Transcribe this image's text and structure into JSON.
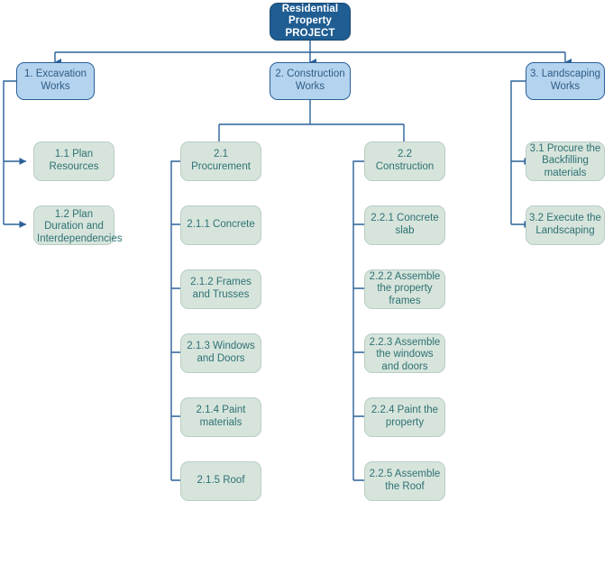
{
  "diagram": {
    "title": "Residential Property PROJECT Work Breakdown Structure",
    "type": "work-breakdown-structure",
    "colors": {
      "root_fill": "#1f5d92",
      "root_text": "#ffffff",
      "level2_fill": "#b4d3ef",
      "level2_border": "#2a6099",
      "level2_text": "#2f5d84",
      "leaf_fill": "#d7e4dc",
      "leaf_border": "#b9cdc3",
      "leaf_text": "#2d7272",
      "connector": "#2a6099",
      "background": "#ffffff"
    }
  },
  "root": {
    "id": "root",
    "label": "Residential Property PROJECT",
    "line1": "Residential",
    "line2": "Property",
    "line3": "PROJECT"
  },
  "branches": [
    {
      "id": "b1",
      "label": "1. Excavation Works",
      "children": [
        {
          "id": "1.1",
          "label": "1.1 Plan Resources"
        },
        {
          "id": "1.2",
          "label": "1.2 Plan Duration and Interdependencies"
        }
      ]
    },
    {
      "id": "b2",
      "label": "2. Construction Works",
      "groups": [
        {
          "id": "2.1",
          "label": "2.1 Procurement",
          "children": [
            {
              "id": "2.1.1",
              "label": "2.1.1 Concrete"
            },
            {
              "id": "2.1.2",
              "label": "2.1.2 Frames and Trusses"
            },
            {
              "id": "2.1.3",
              "label": "2.1.3 Windows and Doors"
            },
            {
              "id": "2.1.4",
              "label": "2.1.4 Paint materials"
            },
            {
              "id": "2.1.5",
              "label": "2.1.5 Roof"
            }
          ]
        },
        {
          "id": "2.2",
          "label": "2.2 Construction",
          "children": [
            {
              "id": "2.2.1",
              "label": "2.2.1 Concrete slab"
            },
            {
              "id": "2.2.2",
              "label": "2.2.2 Assemble the property frames"
            },
            {
              "id": "2.2.3",
              "label": "2.2.3 Assemble the windows and doors"
            },
            {
              "id": "2.2.4",
              "label": "2.2.4 Paint the property"
            },
            {
              "id": "2.2.5",
              "label": "2.2.5 Assemble the Roof"
            }
          ]
        }
      ]
    },
    {
      "id": "b3",
      "label": "3. Landscaping Works",
      "children": [
        {
          "id": "3.1",
          "label": "3.1 Procure the Backfilling materials"
        },
        {
          "id": "3.2",
          "label": "3.2 Execute the Landscaping"
        }
      ]
    }
  ]
}
